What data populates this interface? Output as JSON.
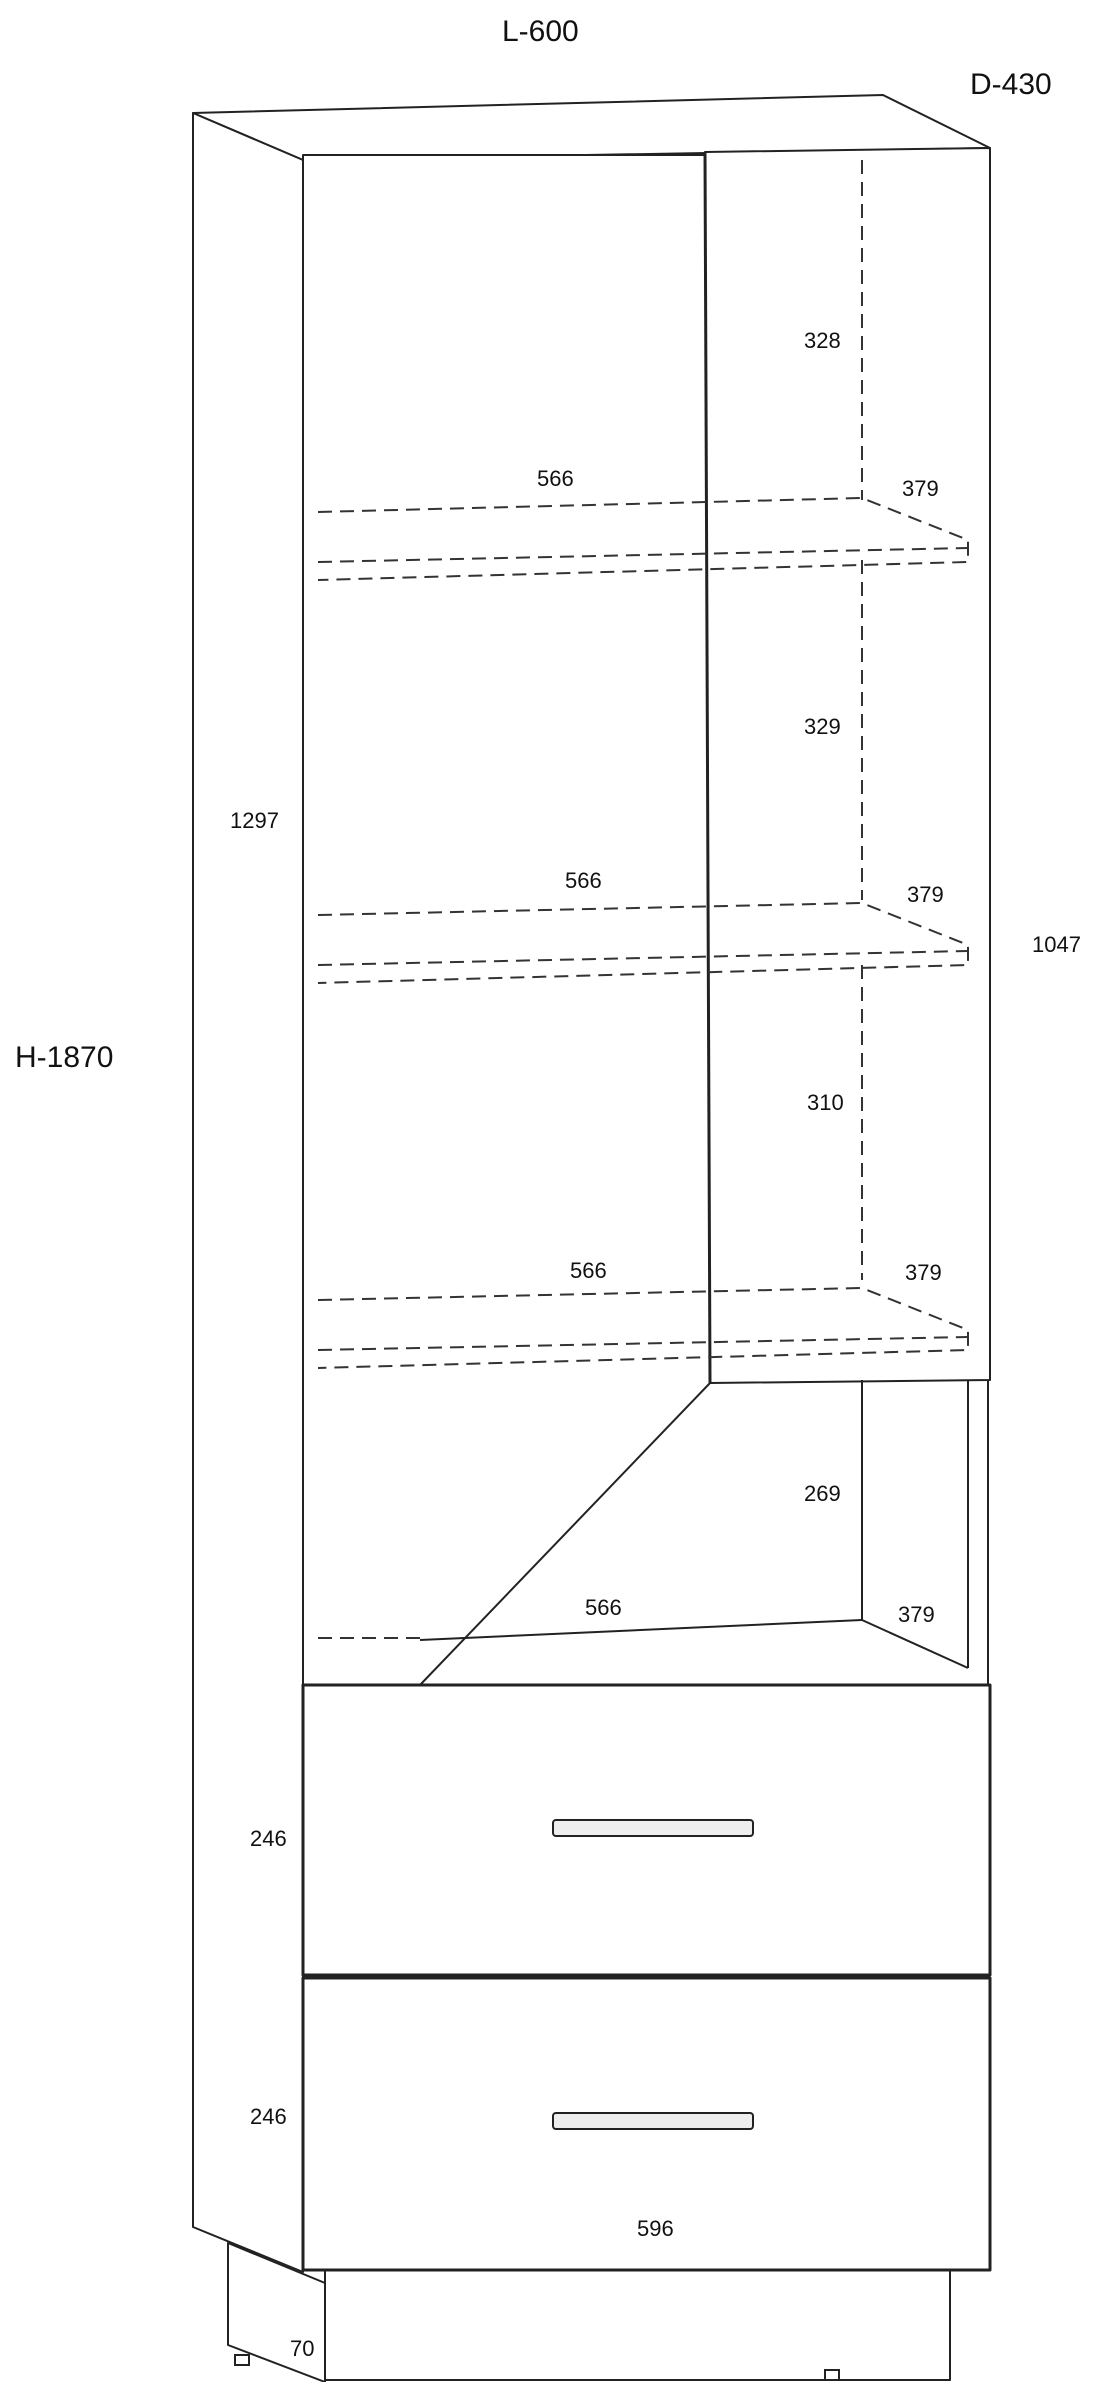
{
  "overall": {
    "width_label": "L-600",
    "depth_label": "D-430",
    "height_label": "H-1870"
  },
  "dimensions": {
    "upper_height": "1297",
    "door_height": "1047",
    "drawer_top_height": "246",
    "drawer_bottom_height": "246",
    "base_height": "70",
    "inner_width": "596"
  },
  "compartments": [
    {
      "height": "328"
    },
    {
      "height": "329"
    },
    {
      "height": "310"
    },
    {
      "height": "269"
    }
  ],
  "shelves": [
    {
      "width": "566",
      "depth": "379"
    },
    {
      "width": "566",
      "depth": "379"
    },
    {
      "width": "566",
      "depth": "379"
    },
    {
      "width": "566",
      "depth": "379"
    }
  ]
}
